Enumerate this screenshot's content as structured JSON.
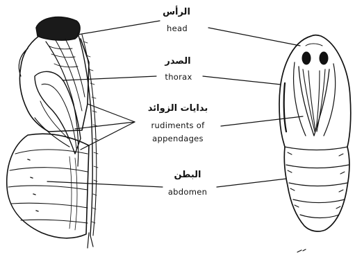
{
  "labels": {
    "head": {
      "arabic": "الرأس",
      "english": "head"
    },
    "thorax": {
      "arabic": "الصدر",
      "english": "thorax"
    },
    "rudiments": {
      "arabic": "بدايات الزوائد",
      "english_line1": "rudiments of",
      "english_line2": "appendages"
    },
    "abdomen": {
      "arabic": "البطن",
      "english": "abdomen"
    }
  },
  "colors": {
    "ink": "#111111",
    "background": "#ffffff"
  }
}
